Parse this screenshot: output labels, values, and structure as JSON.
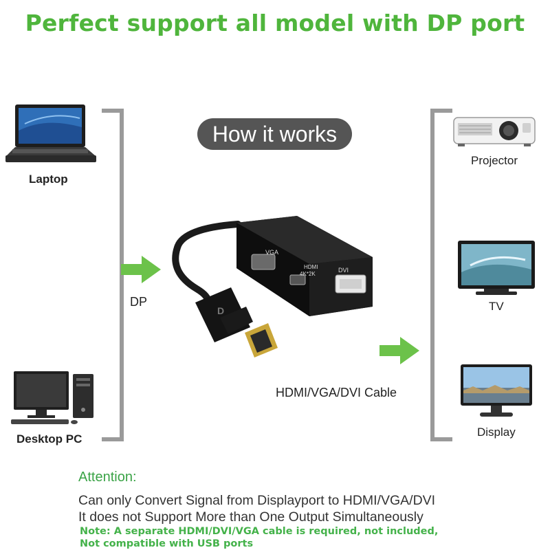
{
  "headline": "Perfect support all model with DP port",
  "pill": "How it works",
  "left_devices": [
    {
      "label": "Laptop"
    },
    {
      "label": "Desktop PC"
    }
  ],
  "right_devices": [
    {
      "label": "Projector"
    },
    {
      "label": "TV"
    },
    {
      "label": "Display"
    }
  ],
  "input_label": "DP",
  "cable_label": "HDMI/VGA/DVI Cable",
  "adapter_ports": {
    "vga": "VGA",
    "hdmi": "HDMI",
    "hdmi_res": "4K*2K",
    "dvi": "DVI"
  },
  "connector_text": "D",
  "attention": {
    "title": "Attention:",
    "lines": [
      "Can only Convert Signal from Displayport to HDMI/VGA/DVI",
      "It does not Support More than One Output Simultaneously"
    ],
    "notes": [
      "Note: A separate HDMI/DVI/VGA cable is required, not included,",
      "Not compatible with USB ports"
    ]
  },
  "colors": {
    "headline": "#4fb53c",
    "arrow": "#6cc24a",
    "attention_title": "#3aa346",
    "note": "#44b24a",
    "bracket": "#9a9a9a",
    "pill": "#555555"
  }
}
